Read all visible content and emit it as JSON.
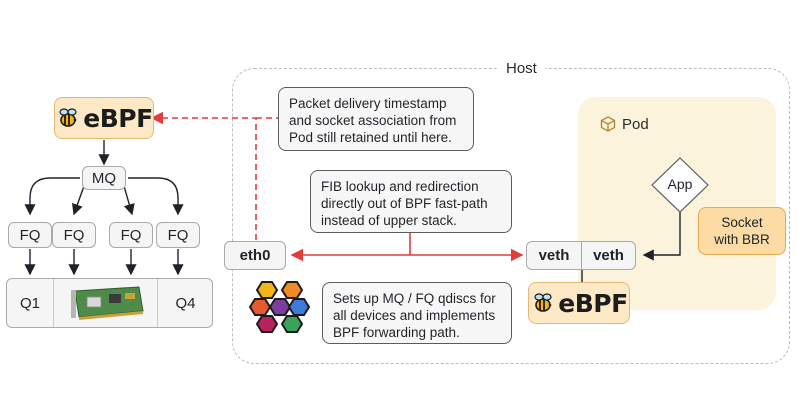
{
  "host": {
    "label": "Host"
  },
  "pod": {
    "label": "Pod",
    "icon": "cube-icon"
  },
  "ebpf_logo_text": "eBPF",
  "left": {
    "mq": "MQ",
    "fq": [
      "FQ",
      "FQ",
      "FQ",
      "FQ"
    ],
    "queues": [
      "Q1",
      "Q4"
    ]
  },
  "interfaces": {
    "eth0": "eth0",
    "veth_left": "veth",
    "veth_right": "veth"
  },
  "app": {
    "label": "App"
  },
  "socket": {
    "line1": "Socket",
    "line2": "with BBR"
  },
  "notes": {
    "delivery": [
      "Packet delivery timestamp",
      "and socket association from",
      "Pod still retained until here."
    ],
    "fib": [
      "FIB lookup and redirection",
      "directly out of BPF fast-path",
      "instead of upper stack."
    ],
    "setup": [
      "Sets up MQ / FQ qdiscs for",
      "all devices and implements",
      "BPF forwarding path."
    ]
  },
  "colors": {
    "accent_red": "#e43b3b",
    "ebpf_bg": "#fde9c5",
    "pod_bg": "#fbf3db",
    "socket_bg": "#fcdba5"
  }
}
